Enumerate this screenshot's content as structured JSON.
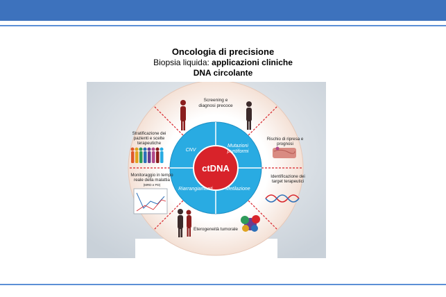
{
  "title": {
    "line1": "Oncologia di precisione",
    "line2_regular": "Biopsia liquida: ",
    "line2_bold": "applicazioni cliniche",
    "line3": "DNA circolante"
  },
  "diagram": {
    "center": "ctDNA",
    "inner": [
      "CNV",
      "Mutazioni",
      "puntiformi",
      "Riarrangiamenti",
      "Metilazione"
    ],
    "outer": {
      "screening": [
        "Screening e",
        "diagnosi precoce"
      ],
      "ripresa": [
        "Rischio di ripresa e",
        "prognosi"
      ],
      "target": [
        "Identificazione dei",
        "target terapeutici"
      ],
      "eterogeneita": "Eterogeneità tumorale",
      "monitoraggio": [
        "Monitoraggio in tempo",
        "reale della malattia",
        "(MRD e PD)"
      ],
      "stratificazione": [
        "Stratificazione dei",
        "pazienti e scelte",
        "terapeutiche"
      ]
    }
  },
  "colors": {
    "header": "#3d72bd",
    "rule": "#5b8fd6",
    "center": "#d8232a",
    "inner": "#29abe2",
    "divider": "#d8232a",
    "outer_ring": "#f4e1d6"
  }
}
